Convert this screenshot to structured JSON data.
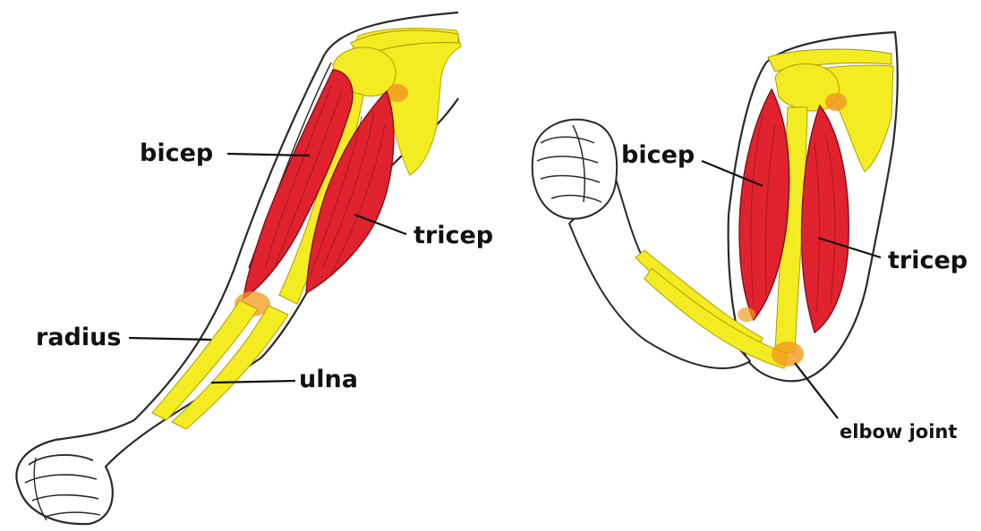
{
  "colors": {
    "background": "#ffffff",
    "outline": "#2a2a2a",
    "muscle": "#e0222e",
    "muscle_dark": "#9c1a1f",
    "bone": "#f4ec22",
    "joint": "#f29a1e"
  },
  "left_arm": {
    "state": "extended",
    "labels": {
      "bicep": "bicep",
      "tricep": "tricep",
      "radius": "radius",
      "ulna": "ulna"
    }
  },
  "right_arm": {
    "state": "flexed",
    "labels": {
      "bicep": "bicep",
      "tricep": "tricep",
      "elbow_joint": "elbow joint"
    }
  }
}
